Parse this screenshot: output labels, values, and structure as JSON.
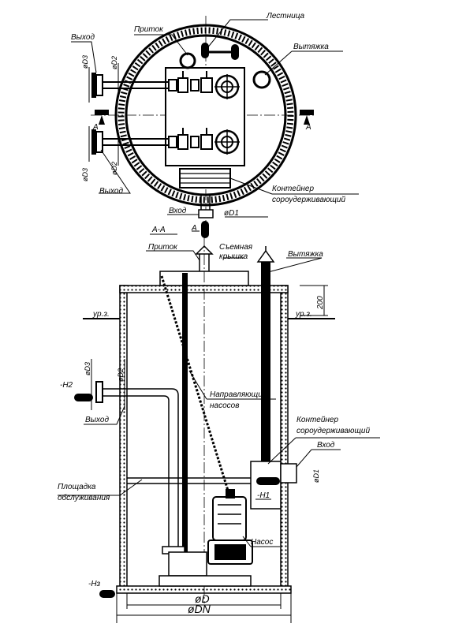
{
  "plan_view": {
    "labels": {
      "inlet": "Приток",
      "ladder": "Лестница",
      "vent": "Вытяжка",
      "outlet_top": "Выход",
      "outlet_bottom": "Выход",
      "d3_top": "øD3",
      "d2_top": "øD2",
      "d3_bottom": "øD3",
      "d2_bottom": "øD2",
      "section_left": "A",
      "section_right": "A",
      "section_bottom": "A",
      "container_line1": "Контейнер",
      "container_line2": "сороудерживающий",
      "input": "Вход",
      "d1": "øD1"
    }
  },
  "section_view": {
    "labels": {
      "section_title": "A-A",
      "inlet": "Приток",
      "cover_line1": "Съемная",
      "cover_line2": "крышка",
      "vent": "Вытяжка",
      "dim_200": "200",
      "ground_left": "ур.з.",
      "ground_right": "ур.з.",
      "h2": "-H2",
      "d3": "øD3",
      "d2": "øD2",
      "outlet": "Выход",
      "guides_line1": "Направляющие",
      "guides_line2": "насосов",
      "container_line1": "Контейнер",
      "container_line2": "сороудерживающий",
      "input": "Вход",
      "d1": "øD1",
      "h1": "-H1",
      "platform_line1": "Площадка",
      "platform_line2": "обслуживания",
      "pump": "Насос",
      "h3": "-Hз",
      "diam_inner": "øD",
      "diam_outer": "øDN"
    }
  }
}
